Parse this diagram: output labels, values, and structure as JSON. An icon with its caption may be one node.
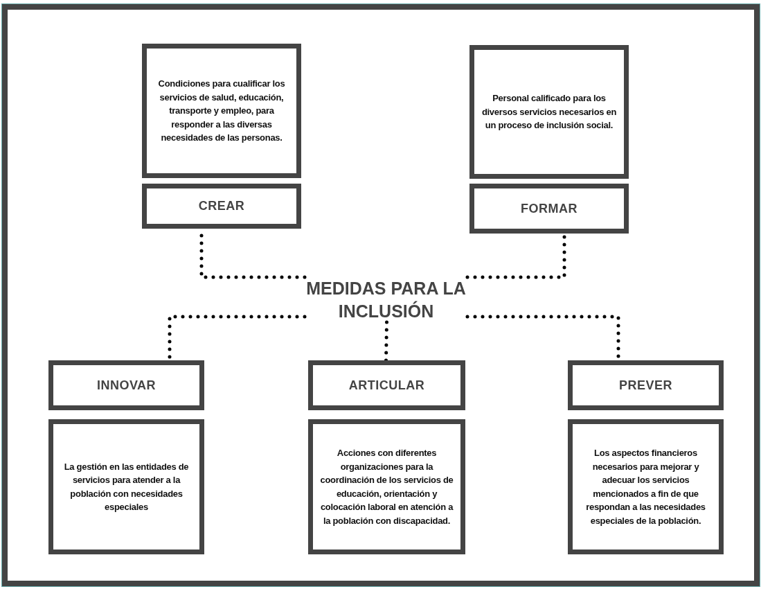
{
  "diagram": {
    "nodes": [
      {
        "text": [
          "Condiciones para cualificar los servicios de salud, educación, transporte y empleo, para responder a las diversas necesidades de las personas."
        ]
      },
      {
        "text": [
          "Personal calificado para los diversos servicios necesarios en un proceso de inclusión social."
        ]
      },
      {
        "text": [
          "CREAR"
        ]
      },
      {
        "text": [
          "FORMAR"
        ]
      },
      {
        "text": [
          "MEDIDAS PARA LA INCLUSIÓN"
        ]
      },
      {
        "text": [
          "INNOVAR"
        ]
      },
      {
        "text": [
          "ARTICULAR"
        ]
      },
      {
        "text": [
          "PREVER"
        ]
      },
      {
        "text": [
          "La gestión en las entidades de servicios para atender a la población con necesidades especiales"
        ]
      },
      {
        "text": [
          "Acciones con diferentes organizaciones para la coordinación de los servicios de educación, orientación y colocación laboral en atención a la población con discapacidad."
        ]
      },
      {
        "text": [
          "Los aspectos financieros necesarios para mejorar y adecuar los servicios mencionados a fin de que respondan a las necesidades especiales de la población."
        ]
      }
    ],
    "edges": [
      {
        "from": 4,
        "to": 2,
        "arrow": "none",
        "style": "dashed"
      },
      {
        "from": 4,
        "to": 3,
        "arrow": "none",
        "style": "dashed"
      },
      {
        "from": 4,
        "to": 5,
        "arrow": "none",
        "style": "dashed"
      },
      {
        "from": 4,
        "to": 6,
        "arrow": "none",
        "style": "dashed"
      },
      {
        "from": 4,
        "to": 7,
        "arrow": "none",
        "style": "dashed"
      }
    ]
  }
}
